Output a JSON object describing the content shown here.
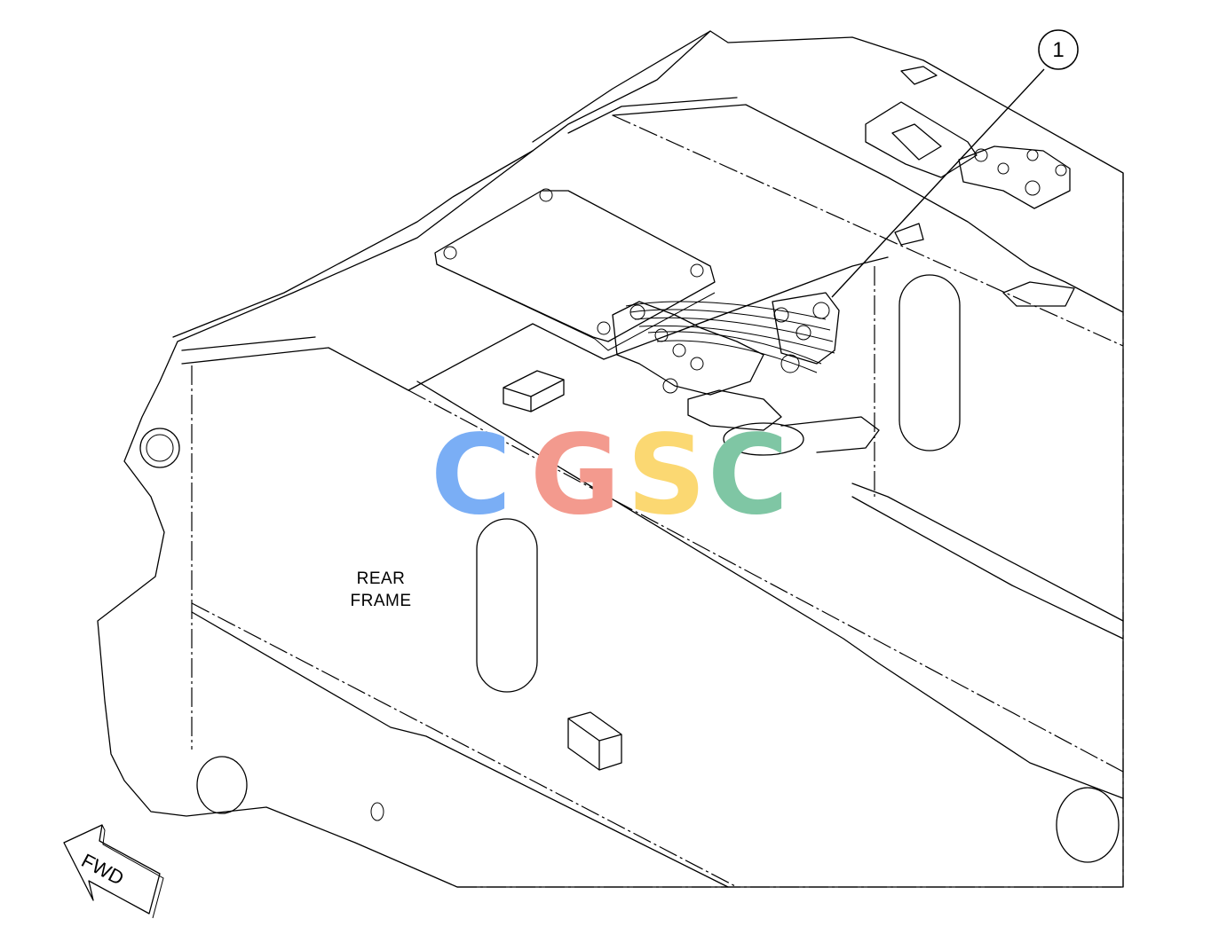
{
  "labels": {
    "rear_frame_line1": "REAR",
    "rear_frame_line2": "FRAME",
    "callout": "1",
    "direction": "FWD"
  },
  "watermark": {
    "letters": [
      "C",
      "G",
      "S",
      "C"
    ],
    "colors": [
      "#7aaef5",
      "#f39a8e",
      "#fbd872",
      "#7fc6a4"
    ]
  }
}
